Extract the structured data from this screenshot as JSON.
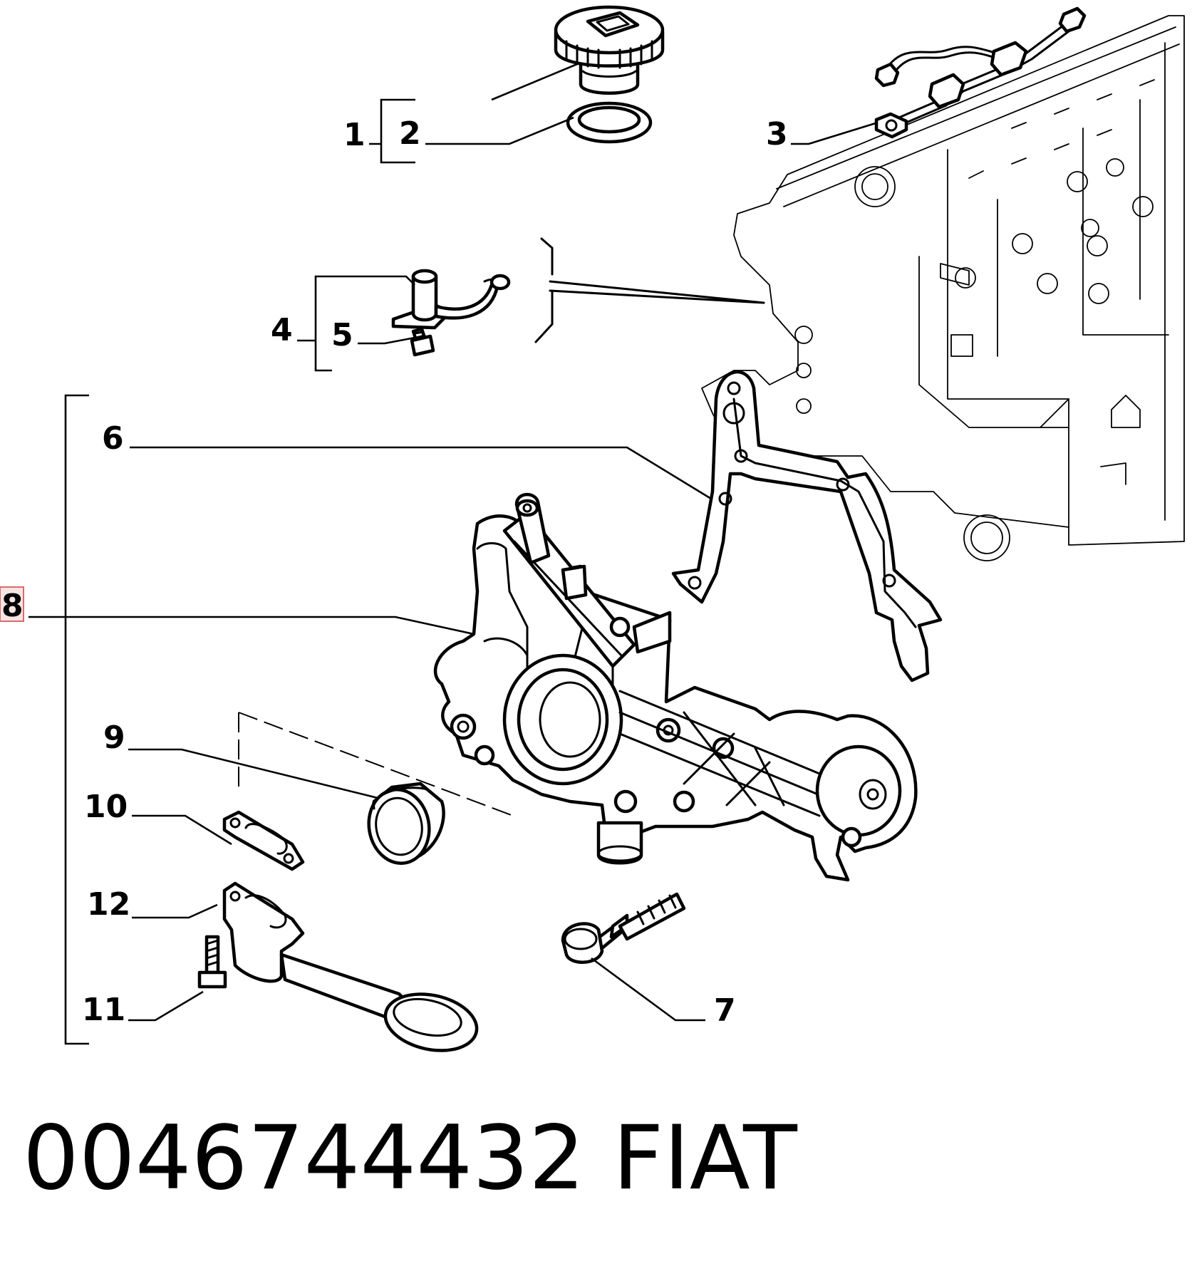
{
  "callouts": {
    "c1": "1",
    "c2": "2",
    "c3": "3",
    "c4": "4",
    "c5": "5",
    "c6": "6",
    "c7": "7",
    "c8": "8",
    "c9": "9",
    "c10": "10",
    "c11": "11",
    "c12": "12"
  },
  "footer": {
    "part_number": "0046744432",
    "brand": "FIAT"
  },
  "colors": {
    "highlight_fill": "#f9e4e4",
    "highlight_stroke": "#d96b6b",
    "highlight_text": "#7a5555"
  }
}
